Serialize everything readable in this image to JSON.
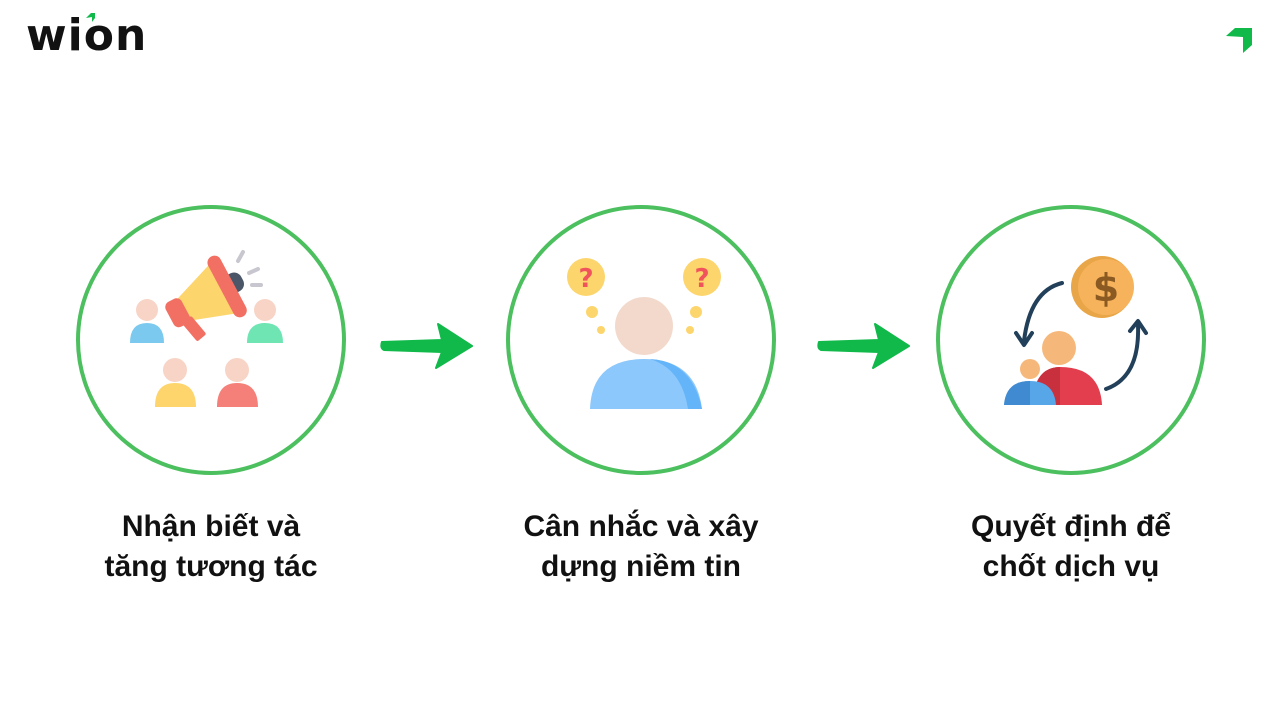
{
  "brand": {
    "logo_text": "wion",
    "accent_color": "#10b94a",
    "corner_icon": "brand-arrow-mark"
  },
  "diagram": {
    "type": "process-flow",
    "circle_border_color": "#4cbf5e",
    "arrow_color": "#10b94a",
    "steps": [
      {
        "icon": "megaphone-audience-icon",
        "line1": "Nhận biết và",
        "line2": "tăng tương tác"
      },
      {
        "icon": "person-questions-icon",
        "line1": "Cân nhắc và xây",
        "line2": "dựng niềm tin"
      },
      {
        "icon": "people-money-exchange-icon",
        "line1": "Quyết định để",
        "line2": "chốt dịch vụ"
      }
    ],
    "connectors": [
      "arrow-right",
      "arrow-right"
    ]
  }
}
